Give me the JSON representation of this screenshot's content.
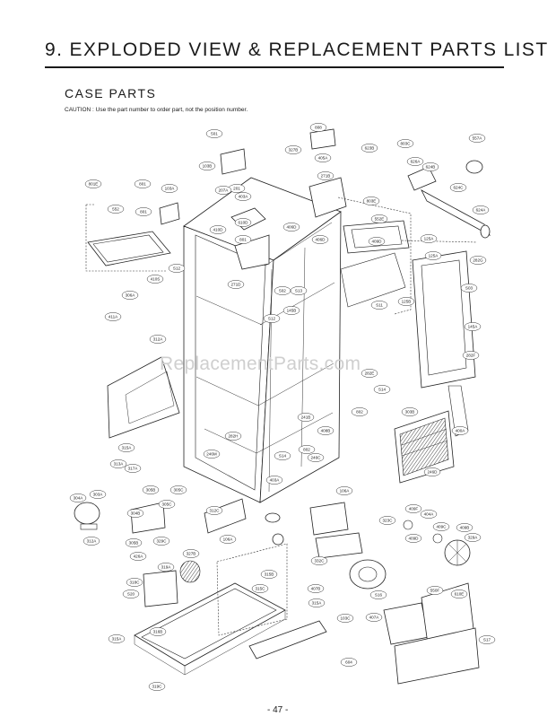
{
  "header": {
    "title": "9. EXPLODED VIEW & REPLACEMENT PARTS LIST",
    "section": "CASE PARTS",
    "caution": "CAUTION : Use the part number to order part, not the position number."
  },
  "watermark": "ReplacementParts.com",
  "footer": {
    "page_number": "- 47 -"
  },
  "callouts": [
    "501",
    "103B",
    "201",
    "808",
    "405A",
    "327B",
    "623B",
    "803C",
    "557A",
    "626A",
    "624B",
    "624C",
    "624A",
    "801E",
    "801",
    "103A",
    "801",
    "207A",
    "403A",
    "271B",
    "803E",
    "552",
    "410D",
    "125A",
    "610D",
    "406D",
    "406D",
    "552E",
    "409D",
    "282G",
    "410S",
    "S12",
    "801",
    "306A",
    "271D",
    "502",
    "S13",
    "145B",
    "S11",
    "S12",
    "125B",
    "S03",
    "411A",
    "312A",
    "145A",
    "125A",
    "282F",
    "282E",
    "S14",
    "802",
    "303B",
    "241B",
    "400A",
    "282H",
    "408B",
    "315A",
    "802",
    "317A",
    "246M",
    "S14",
    "246C",
    "403A",
    "246D",
    "313A",
    "304A",
    "303A",
    "305B",
    "305C",
    "304B",
    "312C",
    "106A",
    "305C",
    "409F",
    "404A",
    "409C",
    "409B",
    "329A",
    "409D",
    "312A",
    "315B",
    "106A",
    "305B",
    "329C",
    "426A",
    "318C",
    "319A",
    "S20",
    "327B",
    "550F",
    "407B",
    "S16",
    "407A",
    "610E",
    "315A",
    "103C",
    "315C",
    "316B",
    "315A",
    "319C",
    "604",
    "S17",
    "332C",
    "323C",
    "409F"
  ]
}
